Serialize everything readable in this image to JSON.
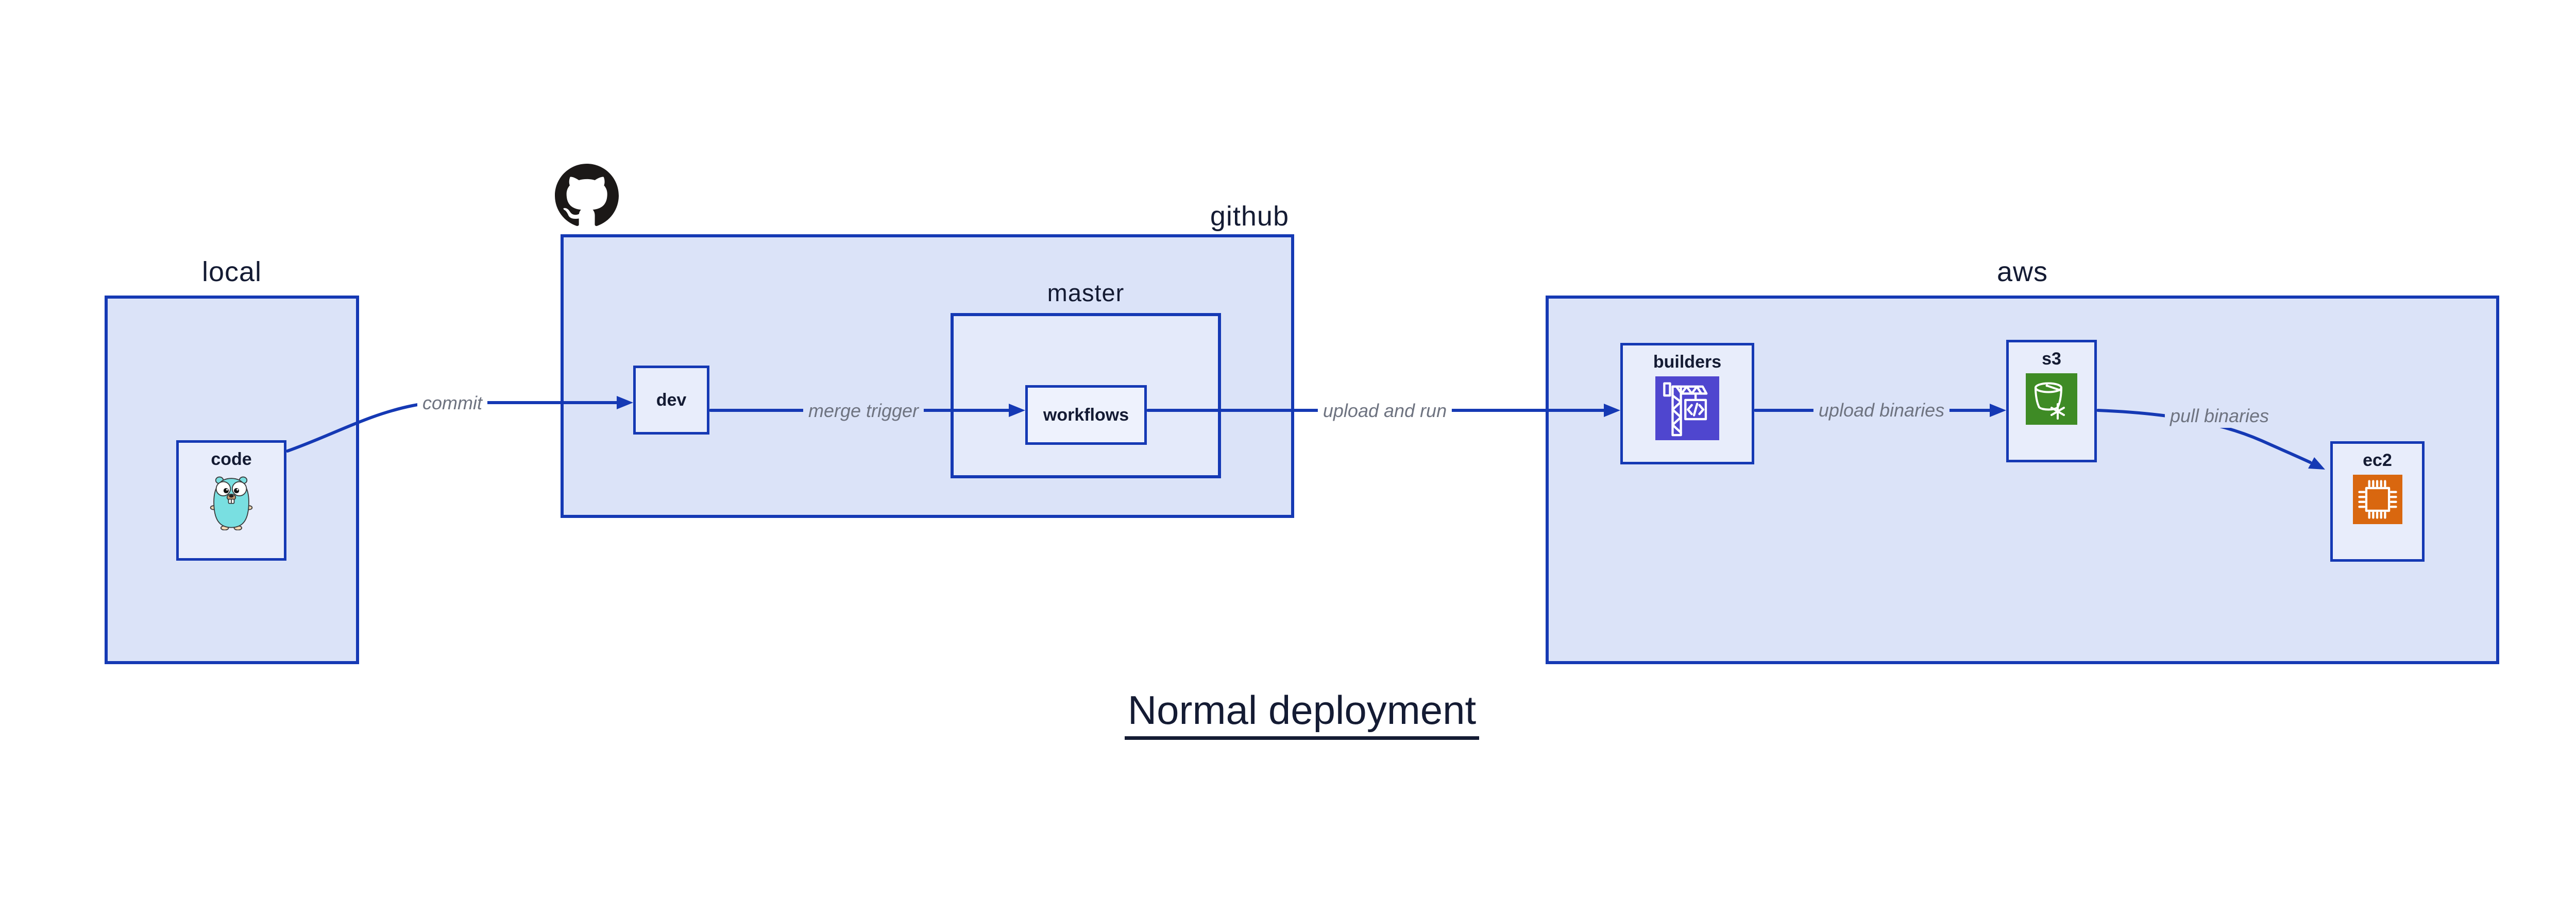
{
  "page": {
    "title": "Normal deployment",
    "background": "#ffffff"
  },
  "groups": [
    {
      "id": "local",
      "label": "local"
    },
    {
      "id": "github",
      "label": "github"
    },
    {
      "id": "master",
      "label": "master"
    },
    {
      "id": "aws",
      "label": "aws"
    }
  ],
  "nodes": [
    {
      "id": "code",
      "label": "code",
      "icon": "go-gopher-icon"
    },
    {
      "id": "dev",
      "label": "dev",
      "icon": ""
    },
    {
      "id": "workflows",
      "label": "workflows",
      "icon": ""
    },
    {
      "id": "builders",
      "label": "builders",
      "icon": "aws-codebuild-icon"
    },
    {
      "id": "s3",
      "label": "s3",
      "icon": "aws-s3-glacier-icon"
    },
    {
      "id": "ec2",
      "label": "ec2",
      "icon": "aws-ec2-icon"
    }
  ],
  "edges": [
    {
      "id": "commit",
      "label": "commit",
      "from": "code",
      "to": "dev"
    },
    {
      "id": "merge-trigger",
      "label": "merge trigger",
      "from": "dev",
      "to": "workflows"
    },
    {
      "id": "upload-and-run",
      "label": "upload and run",
      "from": "workflows",
      "to": "builders"
    },
    {
      "id": "upload-binaries",
      "label": "upload binaries",
      "from": "builders",
      "to": "s3"
    },
    {
      "id": "pull-binaries",
      "label": "pull binaries",
      "from": "s3",
      "to": "ec2"
    }
  ],
  "colors": {
    "canvas-bg": "#ffffff",
    "container-fill": "#dbe3f8",
    "node-fill": "#e8edfb",
    "workflows-fill": "#eef2fd",
    "diagram-blue": "#1539b4",
    "label-navy": "#141b33",
    "edge-label-gray": "#6e7380",
    "github-black": "#1b1817",
    "codebuild-indigo": "#4f46cf",
    "s3-green": "#3e8b25",
    "ec2-orange": "#d9670f",
    "gopher-teal": "#79dfe1"
  }
}
